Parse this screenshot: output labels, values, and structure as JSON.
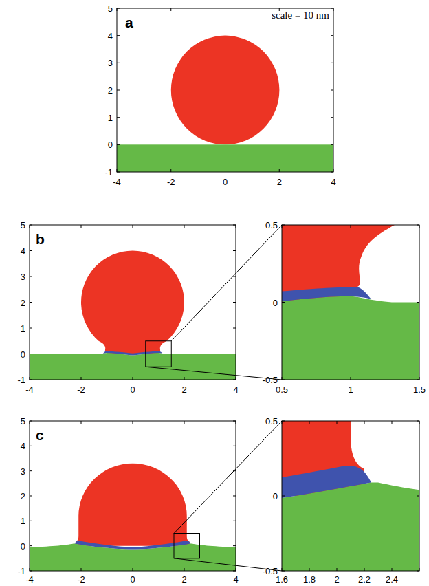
{
  "diagram": {
    "labels": [
      "a",
      "scale = 10 nm",
      "5",
      "4",
      "3",
      "2",
      "1",
      "0",
      "-1",
      "-4",
      "-2",
      "0",
      "2",
      "4",
      "b",
      "5",
      "4",
      "3",
      "2",
      "1",
      "0",
      "-1",
      "-4",
      "-2",
      "0",
      "2",
      "4",
      "0.5",
      "0",
      "-0.5",
      "0.5",
      "1",
      "1.5",
      "c",
      "5",
      "4",
      "3",
      "2",
      "1",
      "0",
      "-1",
      "-4",
      "-2",
      "0",
      "2",
      "4",
      "0.5",
      "0",
      "-0.5",
      "1.6",
      "1.8",
      "2",
      "2.2",
      "2.4"
    ]
  }
}
